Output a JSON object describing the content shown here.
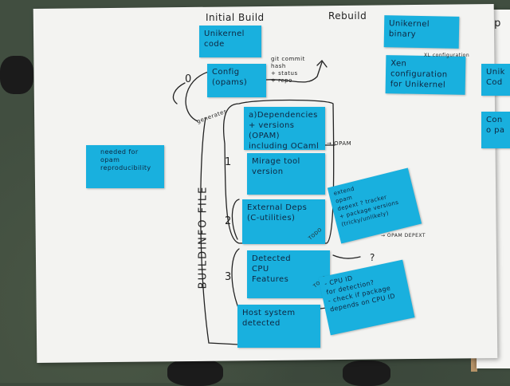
{
  "headers": {
    "initial_build": "Initial Build",
    "rebuild": "Rebuild",
    "right_board": "Inp"
  },
  "notes": {
    "unikernel_code": [
      "Unikernel",
      "code"
    ],
    "config": [
      "Config",
      "(opams)"
    ],
    "unikernel_binary": [
      "Unikernel",
      "binary"
    ],
    "xen_config": [
      "Xen",
      "configuration",
      "for Unikernel"
    ],
    "dependencies": [
      "a)Dependencies",
      "+ versions",
      "(OPAM)",
      "including OCaml"
    ],
    "mirage_tool": [
      "Mirage tool",
      "version"
    ],
    "external_deps": [
      "External Deps",
      "(C-utilities)"
    ],
    "cpu_features": [
      "Detected",
      "CPU",
      "Features"
    ],
    "host_system": [
      "Host system",
      "detected"
    ],
    "left_legend": [
      "needed for",
      "opam",
      "reproducibility"
    ],
    "extend_opam": [
      "extend",
      "opam",
      "depext ? tracker",
      "+ package versions",
      "(tricky/unlikely)"
    ],
    "cpu_id": [
      "- CPU ID",
      "for detection?",
      "- check if package",
      "depends on CPU ID"
    ],
    "right_edge_1": [
      "Unik",
      "Cod"
    ],
    "right_edge_2": [
      "Con",
      "o pa"
    ]
  },
  "annotations": {
    "git_commit": [
      "git commit",
      "hash",
      "+ status",
      "+ repo"
    ],
    "generates": "generates",
    "to_opam": "→ OPAM",
    "todo_1": "TODO",
    "todo_2": "TODO",
    "opam_depext": "→ OPAM DEPEXT",
    "question": "?",
    "xl_config": "XL configuration",
    "buildinfo_file": "BUILDINFO FILE",
    "num_0": "0",
    "num_1": "1",
    "num_2": "2",
    "num_3": "3"
  },
  "colors": {
    "sticky_note": "#19b0de",
    "whiteboard": "#f3f3f1",
    "ink": "#222222"
  }
}
